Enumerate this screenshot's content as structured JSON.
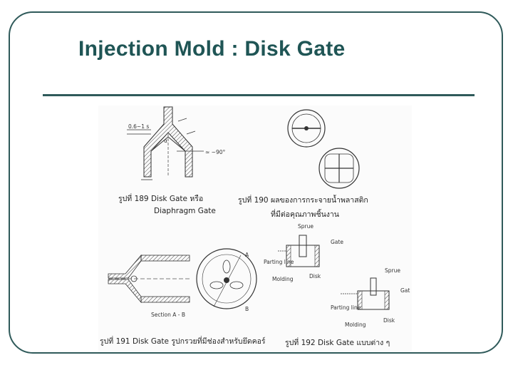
{
  "slide": {
    "title": "Injection Mold : Disk Gate"
  },
  "figure": {
    "dims": {
      "top_dim": "0.6~1 s",
      "angle": "≈ ~90°",
      "alpha": "α"
    },
    "captions": {
      "fig189_line1": "รูปที่ 189 Disk Gate หรือ",
      "fig189_line2": "Diaphragm Gate",
      "fig190_line1": "รูปที่ 190 ผลของการกระจายน้ำพลาสติก",
      "fig190_line2": "ที่มีต่อคุณภาพชิ้นงาน",
      "fig191": "รูปที่ 191 Disk Gate รูปกรวยที่มีช่องสำหรับยึดคอร์",
      "fig192": "รูปที่ 192 Disk Gate แบบต่าง ๆ"
    },
    "labels": {
      "section": "Section A - B",
      "a": "A",
      "b": "B",
      "sprue_1": "Sprue",
      "gate_1": "Gate",
      "parting_line_1": "Parting line",
      "molding_1": "Molding",
      "disk_1": "Disk",
      "sprue_2": "Sprue",
      "gate_2": "Gat",
      "parting_line_2": "Parting line",
      "molding_2": "Molding",
      "disk_2": "Disk"
    }
  }
}
